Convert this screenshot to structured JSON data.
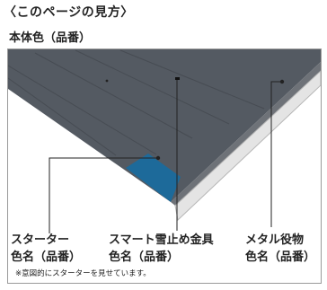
{
  "header": {
    "title": "〈このページの見方〉",
    "subtitle": "本体色（品番）"
  },
  "callouts": {
    "starter": {
      "label": "スターター",
      "detail": "色名（品番）"
    },
    "snow_stopper": {
      "label": "スマート雪止め金具",
      "detail": "色名（品番）"
    },
    "trim": {
      "label": "メタル役物",
      "detail": "色名（品番）"
    }
  },
  "footnote": "※意図的にスターターを見せています。",
  "colors": {
    "roof": "#545a62",
    "starter": "#1d6a9a",
    "trim_face": "#e4e4e4",
    "trim_top": "#6e7278",
    "leader": "#222222"
  }
}
